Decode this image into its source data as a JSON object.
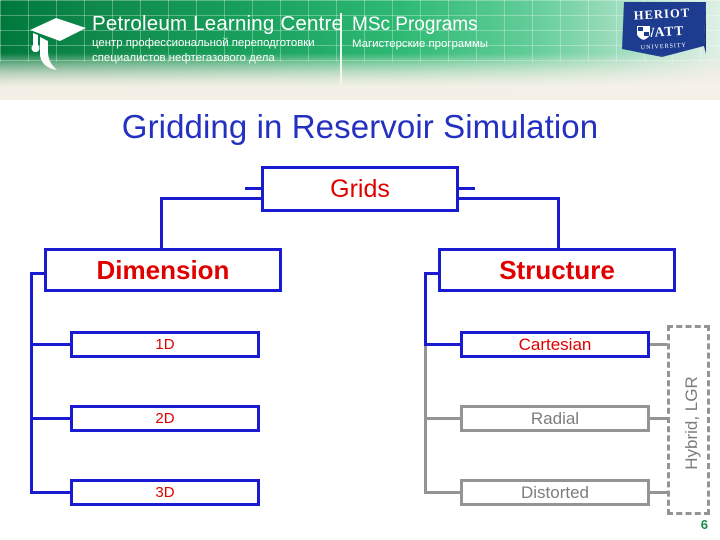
{
  "header": {
    "logo_icon": "graduation-cap-icon",
    "brand_title": "Petroleum Learning Centre",
    "brand_sub_line1": "центр профессиональной переподготовки",
    "brand_sub_line2": "специалистов нефтегазового дела",
    "program_title": "MSc Programs",
    "program_sub": "Магистерские программы",
    "university_logo": {
      "line1": "HERIOT",
      "line2": "WATT",
      "line3": "UNIVERSITY",
      "crest_icon": "shield-crest-icon"
    }
  },
  "slide": {
    "title": "Gridding in Reservoir Simulation",
    "page_number": "6"
  },
  "diagram": {
    "type": "tree",
    "root": {
      "label": "Grids",
      "state": "highlighted"
    },
    "branches": [
      {
        "label": "Dimension",
        "state": "highlighted",
        "children": [
          {
            "label": "1D",
            "state": "highlighted"
          },
          {
            "label": "2D",
            "state": "highlighted"
          },
          {
            "label": "3D",
            "state": "highlighted"
          }
        ]
      },
      {
        "label": "Structure",
        "state": "highlighted",
        "children": [
          {
            "label": "Cartesian",
            "state": "highlighted"
          },
          {
            "label": "Radial",
            "state": "dimmed"
          },
          {
            "label": "Distorted",
            "state": "dimmed"
          }
        ],
        "group": {
          "label": "Hybrid, LGR",
          "state": "dimmed",
          "style": "dashed"
        }
      }
    ]
  },
  "colors": {
    "highlight_border": "#1a1ad0",
    "highlight_text": "#e00000",
    "dimmed_border": "#949494",
    "dimmed_text": "#7d7d7d",
    "title_text": "#2431c0",
    "page_number": "#1f8a4c",
    "banner_green": "#00783c"
  }
}
